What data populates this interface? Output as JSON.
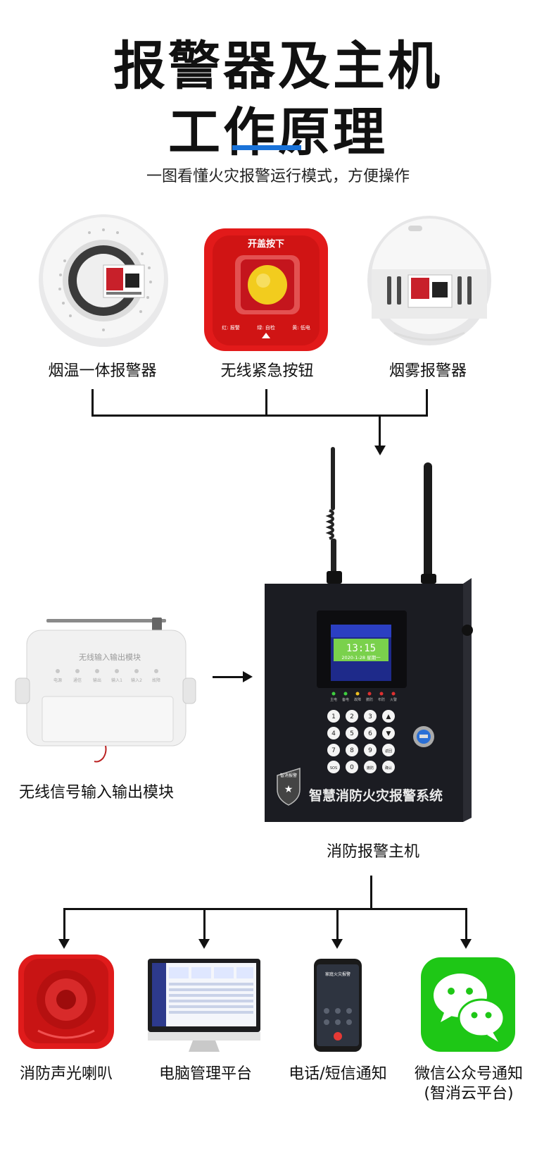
{
  "header": {
    "title_line1": "报警器及主机",
    "title_line2": "工作原理",
    "subtitle": "一图看懂火灾报警运行模式，方便操作"
  },
  "inputs": {
    "smoke_temp_detector": "烟温一体报警器",
    "emergency_button": "无线紧急按钮",
    "button_text": "开盖按下",
    "button_legend": [
      "红: 报警",
      "绿: 自检",
      "黄: 低电"
    ],
    "smoke_detector": "烟雾报警器",
    "io_module": "无线信号输入输出模块",
    "io_module_text": "无线输入输出模块",
    "io_module_leds": [
      "电源",
      "通信",
      "输出",
      "输入1",
      "输入2",
      "故障"
    ]
  },
  "host": {
    "label": "消防报警主机",
    "panel_text": "智慧消防火灾报警系统",
    "shield_text": "智消报警",
    "screen_time": "13:15",
    "screen_date": "2020-1-28 星期一",
    "status_lights": [
      "主电",
      "备电",
      "故障",
      "撤防",
      "布防",
      "火警"
    ],
    "keypad": [
      "1",
      "2",
      "3",
      "▲",
      "4",
      "5",
      "6",
      "▼",
      "7",
      "8",
      "9",
      "返回",
      "SOS",
      "0",
      "撤防",
      "确认"
    ]
  },
  "outputs": {
    "siren": "消防声光喇叭",
    "computer": "电脑管理平台",
    "phone": "电话/短信通知",
    "phone_screen": "家庭火灾报警",
    "wechat_line1": "微信公众号通知",
    "wechat_line2": "(智消云平台)"
  },
  "colors": {
    "accent": "#1a73d9",
    "alarm_red": "#e21a1a",
    "wechat_green": "#1ec716",
    "host_body": "#1b1c22"
  }
}
